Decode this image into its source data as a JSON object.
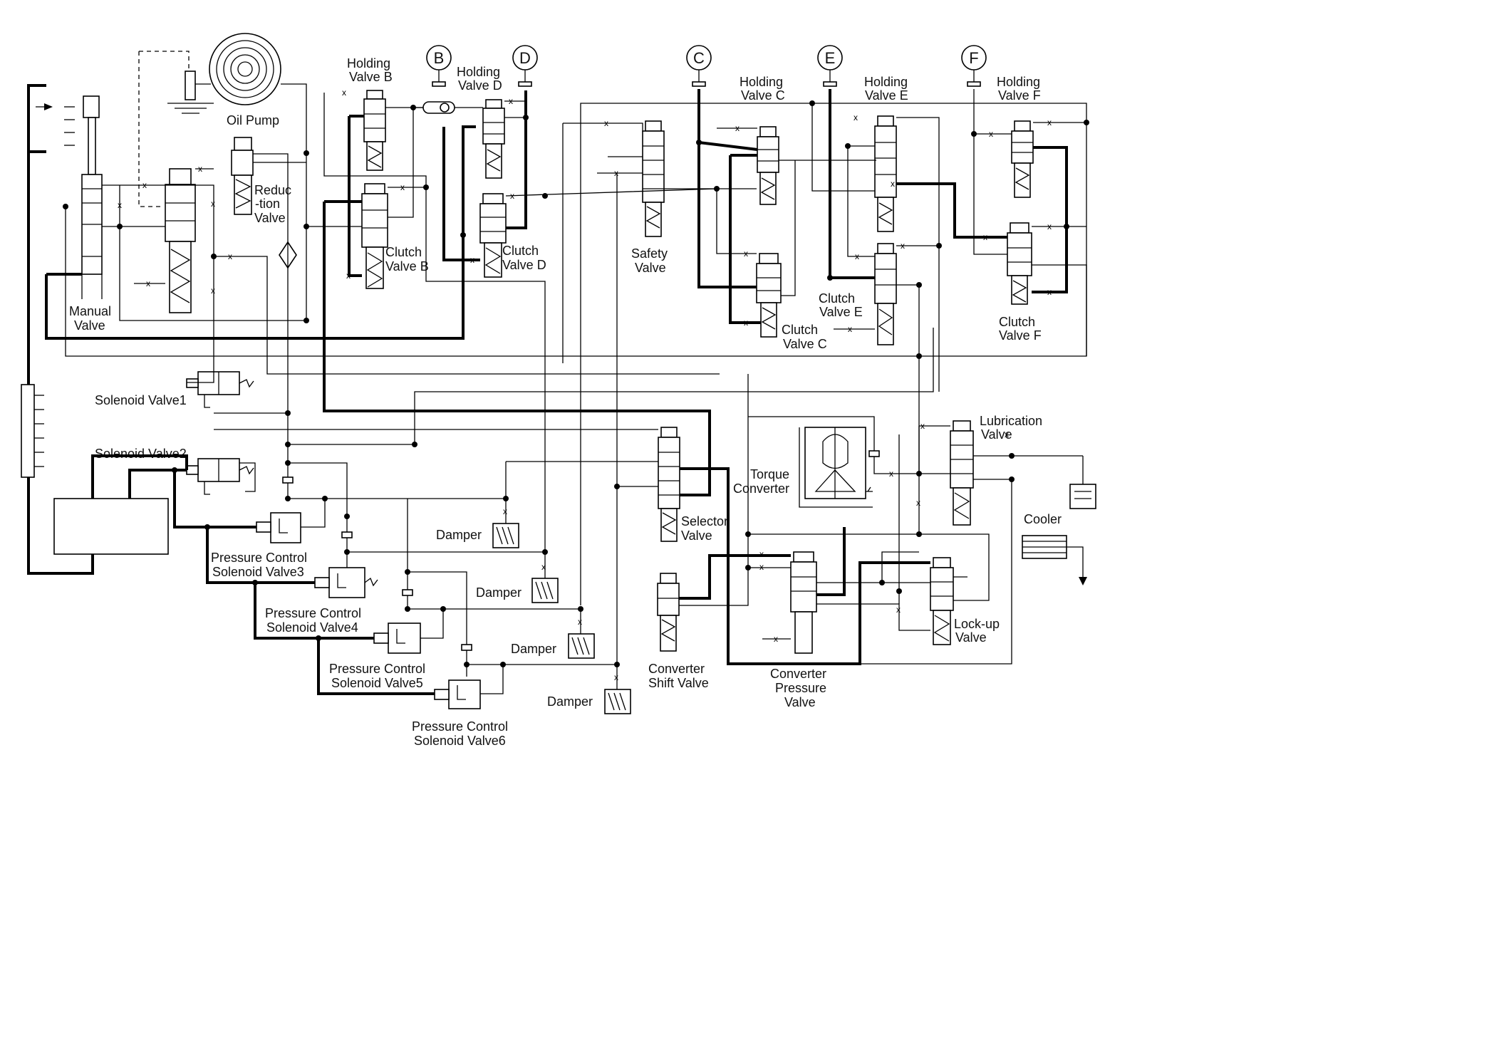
{
  "labels": {
    "manual_valve": [
      "Manual",
      "Valve"
    ],
    "oil_pump": "Oil Pump",
    "reduction_valve": [
      "Reduc",
      "-tion",
      "Valve"
    ],
    "holding_valve_b": [
      "Holding",
      "Valve B"
    ],
    "holding_valve_d": [
      "Holding",
      "Valve D"
    ],
    "holding_valve_c": [
      "Holding",
      "Valve C"
    ],
    "holding_valve_e": [
      "Holding",
      "Valve E"
    ],
    "holding_valve_f": [
      "Holding",
      "Valve F"
    ],
    "clutch_valve_b": [
      "Clutch",
      "Valve B"
    ],
    "clutch_valve_d": [
      "Clutch",
      "Valve D"
    ],
    "clutch_valve_c": [
      "Clutch",
      "Valve C"
    ],
    "clutch_valve_e": [
      "Clutch",
      "Valve E"
    ],
    "clutch_valve_f": [
      "Clutch",
      "Valve F"
    ],
    "safety_valve": [
      "Safety",
      "Valve"
    ],
    "solenoid_valve1": "Solenoid Valve1",
    "solenoid_valve2": "Solenoid Valve2",
    "pcsv3": [
      "Pressure Control",
      "Solenoid Valve3"
    ],
    "pcsv4": [
      "Pressure Control",
      "Solenoid Valve4"
    ],
    "pcsv5": [
      "Pressure Control",
      "Solenoid Valve5"
    ],
    "pcsv6": [
      "Pressure Control",
      "Solenoid Valve6"
    ],
    "damper": "Damper",
    "selector_valve": [
      "Selector",
      "Valve"
    ],
    "torque_converter": [
      "Torque",
      "Converter"
    ],
    "lubrication_valve": [
      "Lubrication",
      "Valve"
    ],
    "cooler": "Cooler",
    "converter_shift_valve": [
      "Converter",
      "Shift Valve"
    ],
    "converter_pressure_valve": [
      "Converter",
      "Pressure",
      "Valve"
    ],
    "lockup_valve": [
      "Lock-up",
      "Valve"
    ]
  },
  "clutch_markers": [
    "B",
    "D",
    "C",
    "E",
    "F"
  ],
  "colors": {
    "line": "#000000",
    "background": "#ffffff"
  }
}
